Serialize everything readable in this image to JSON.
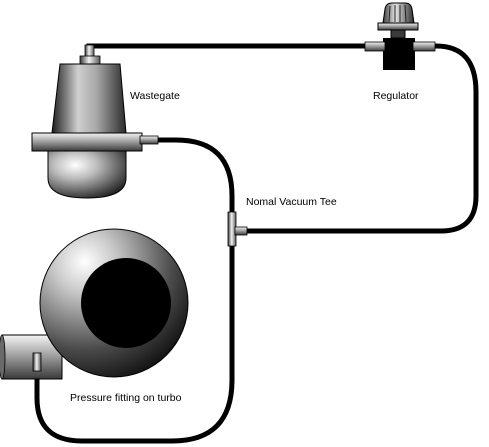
{
  "labels": {
    "wastegate": "Wastegate",
    "regulator": "Regulator",
    "tee": "Nomal Vacuum Tee",
    "pressure_fitting": "Pressure fitting on turbo"
  },
  "colors": {
    "hose": "#000000",
    "background": "#ffffff",
    "metal_light": "#f2f2f2",
    "metal_dark": "#2a2a2a"
  },
  "components": [
    "wastegate",
    "regulator",
    "vacuum-tee",
    "turbo",
    "hoses"
  ]
}
